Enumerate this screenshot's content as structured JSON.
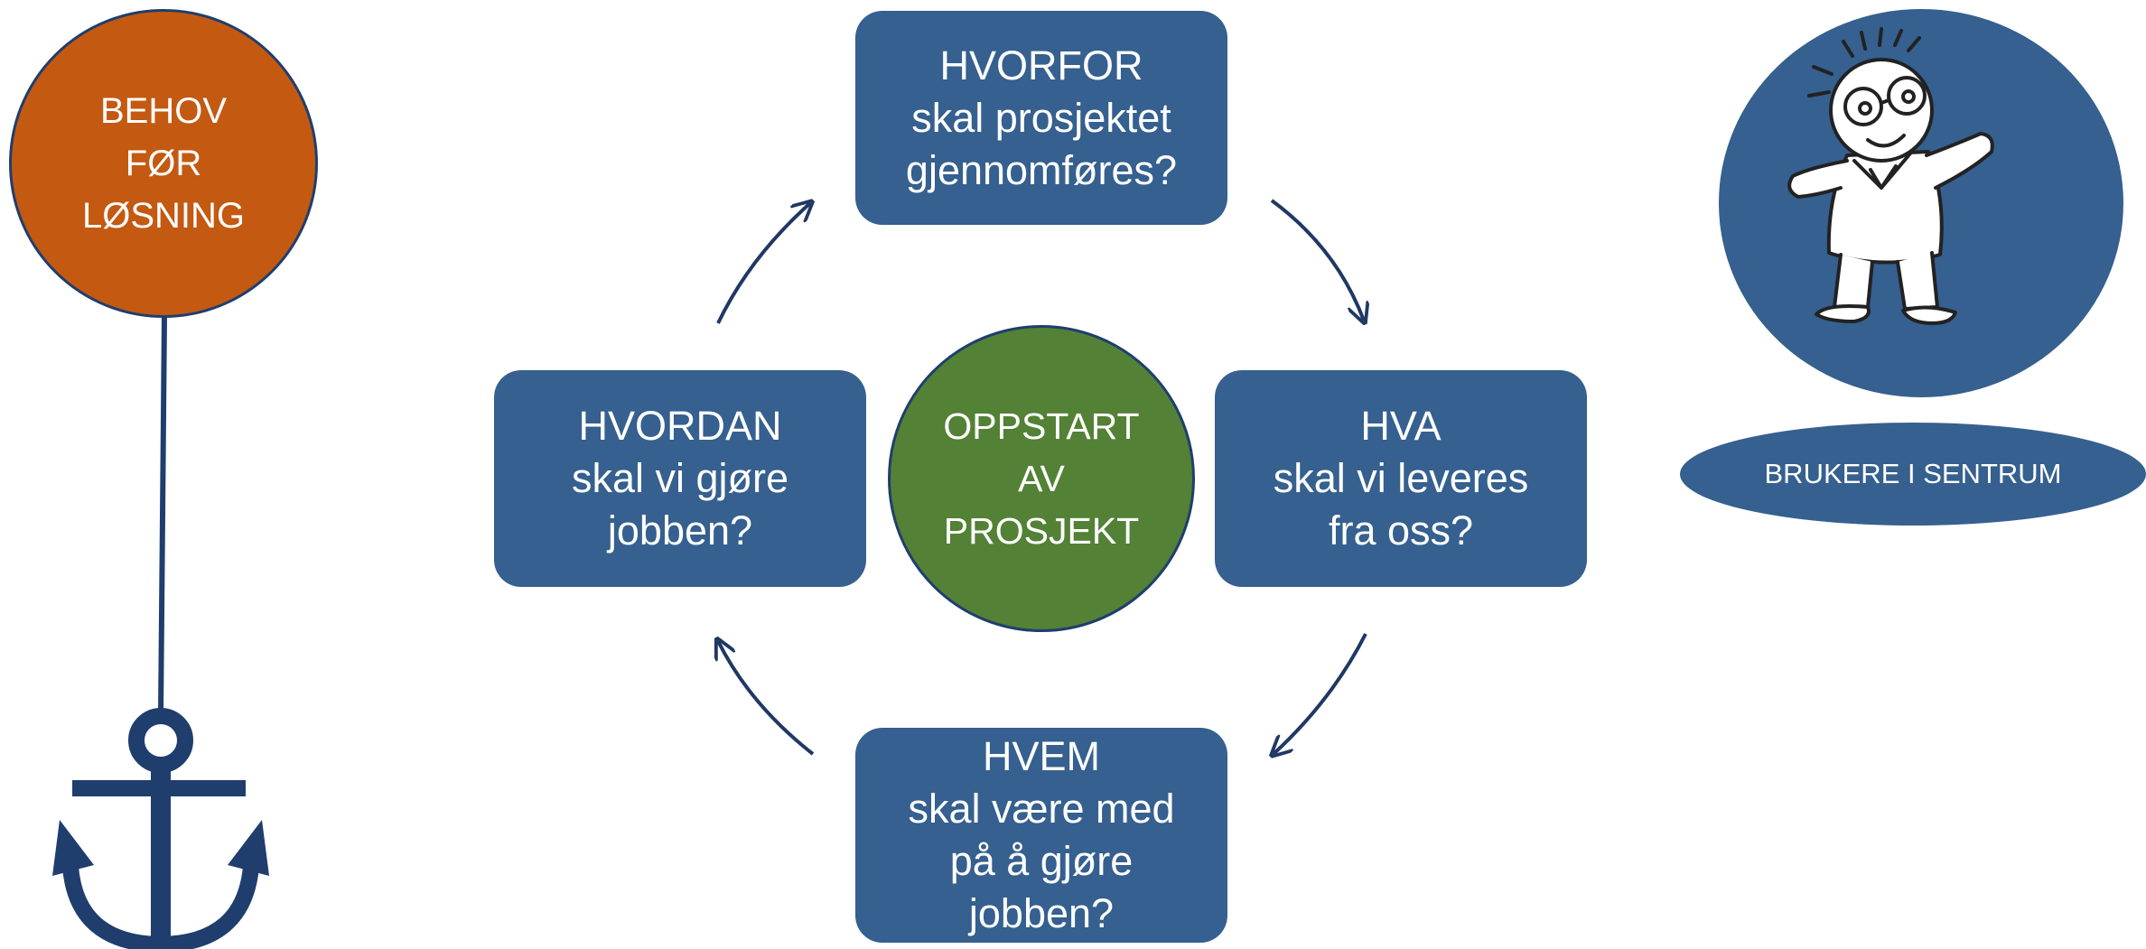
{
  "colors": {
    "node_blue": "#35608f",
    "accent_orange": "#c45911",
    "center_green": "#538135",
    "arrow_navy": "#203864",
    "anchor_navy": "#1f3e6e"
  },
  "behov": {
    "lines": [
      "BEHOV",
      "FØR",
      "LØSNING"
    ]
  },
  "center": {
    "lines": [
      "OPPSTART",
      "AV",
      "PROSJEKT"
    ]
  },
  "nodes": {
    "hvorfor": {
      "lines": [
        "HVORFOR",
        "skal prosjektet",
        "gjennomføres?"
      ]
    },
    "hva": {
      "lines": [
        "HVA",
        "skal vi leveres",
        "fra oss?"
      ]
    },
    "hvem": {
      "lines": [
        "HVEM",
        "skal være med",
        "på å gjøre",
        "jobben?"
      ]
    },
    "hvordan": {
      "lines": [
        "HVORDAN",
        "skal vi gjøre",
        "jobben?"
      ]
    }
  },
  "users": {
    "label": "BRUKERE I SENTRUM"
  },
  "icons": [
    "anchor-icon",
    "cartoon-person-icon",
    "cycle-arrow-icon"
  ]
}
